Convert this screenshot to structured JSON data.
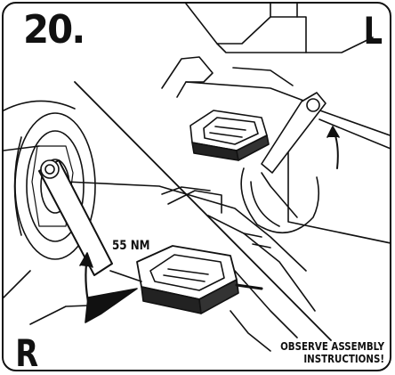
{
  "step_number": "20.",
  "side_left": "L",
  "side_right": "R",
  "torque_label": "55 NM",
  "note_line1": "OBSERVE ASSEMBLY",
  "note_line2": "INSTRUCTIONS!",
  "colors": {
    "ink": "#111111",
    "paper": "#ffffff",
    "shade": "#555555"
  }
}
